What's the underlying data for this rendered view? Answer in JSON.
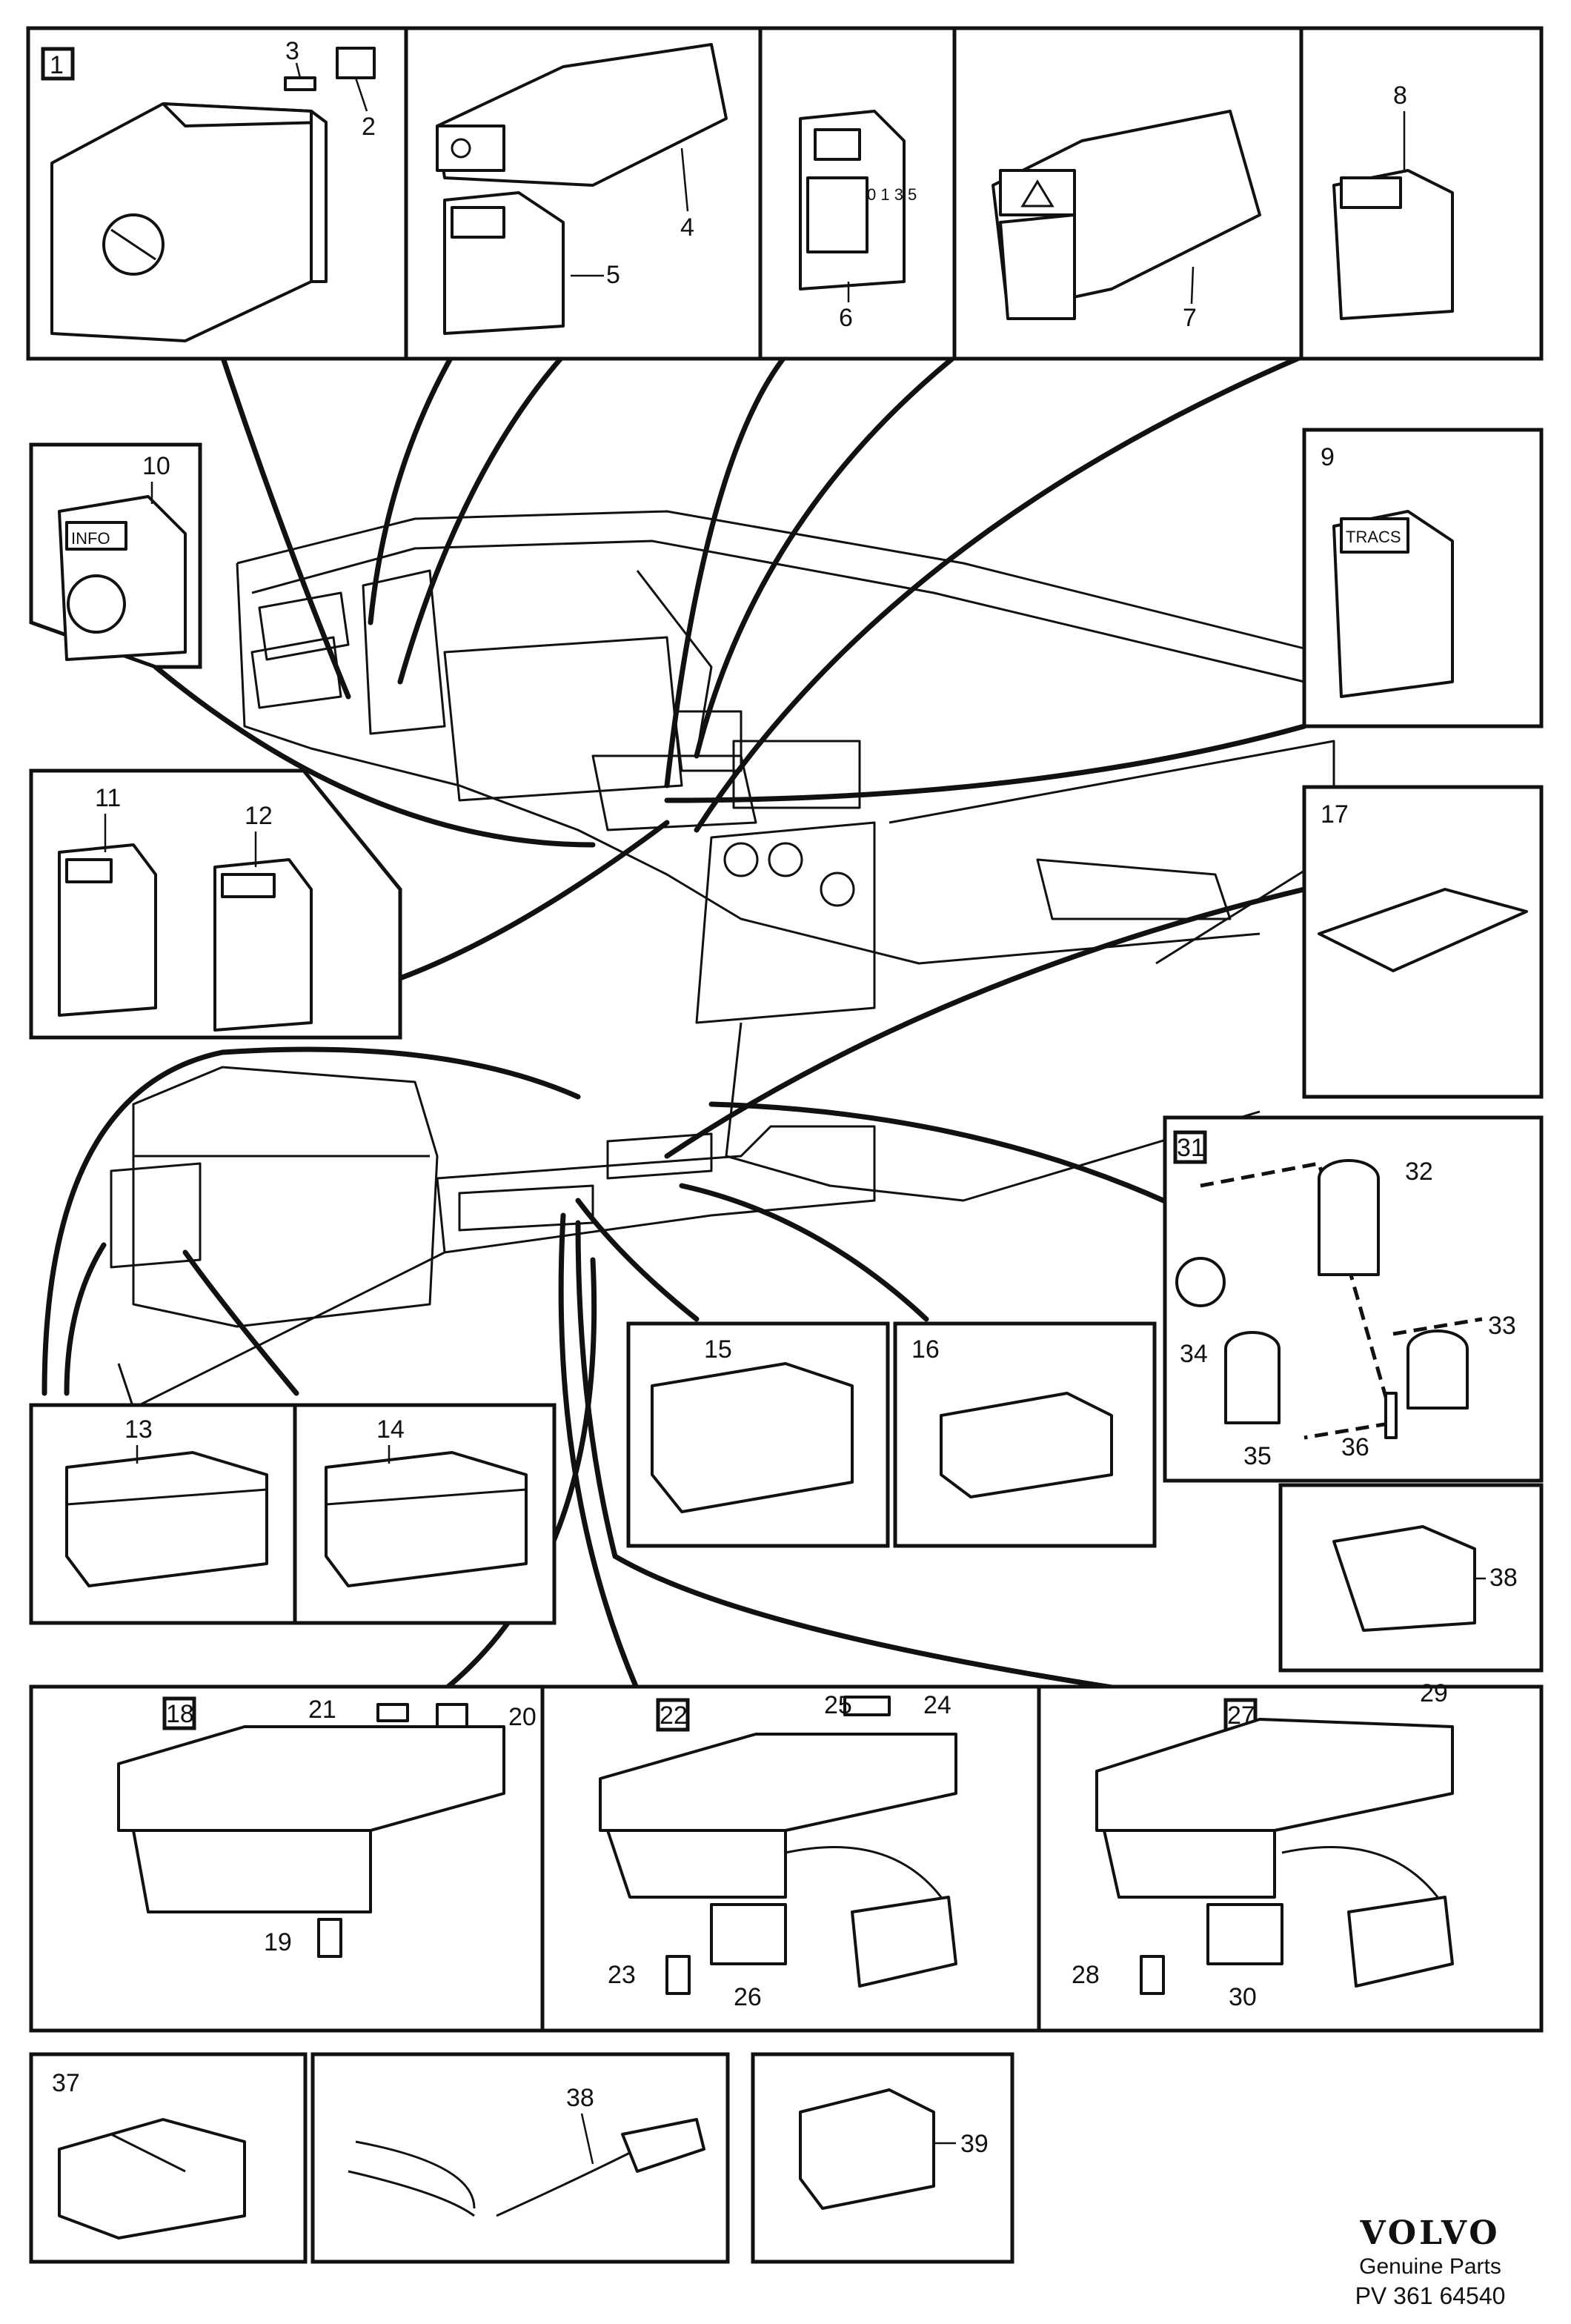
{
  "brand": {
    "logo": "VOLVO",
    "subtitle": "Genuine Parts",
    "code": "PV 361 64540"
  },
  "boxed_numbers": [
    "1",
    "18",
    "22",
    "27",
    "31"
  ],
  "callouts": {
    "n2": "2",
    "n3": "3",
    "n4": "4",
    "n5": "5",
    "n6": "6",
    "n7": "7",
    "n8": "8",
    "n9": "9",
    "n10": "10",
    "n11": "11",
    "n12": "12",
    "n13": "13",
    "n14": "14",
    "n15": "15",
    "n16": "16",
    "n17": "17",
    "n19": "19",
    "n20": "20",
    "n21": "21",
    "n23": "23",
    "n24": "24",
    "n25": "25",
    "n26": "26",
    "n28": "28",
    "n29": "29",
    "n30": "30",
    "n32": "32",
    "n33": "33",
    "n34": "34",
    "n35": "35",
    "n36": "36",
    "n37": "37",
    "n38a": "38",
    "n38b": "38",
    "n39": "39"
  },
  "switch_labels": {
    "info": "INFO",
    "tracs": "TRACS",
    "scale": "0 1 3 5"
  }
}
